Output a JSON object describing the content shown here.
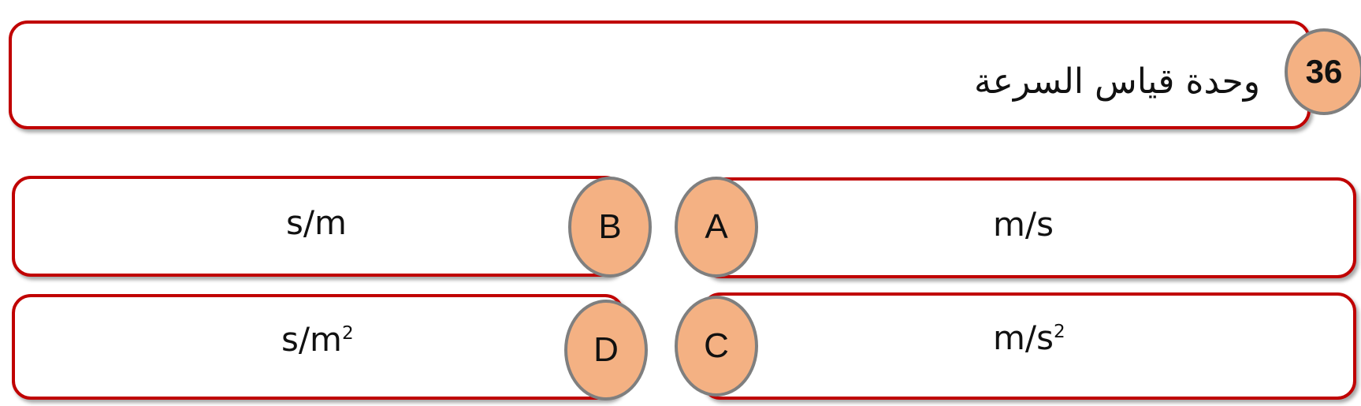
{
  "question": {
    "number": "36",
    "text": "وحدة قياس السرعة"
  },
  "options": {
    "A": {
      "letter": "A",
      "unit_base": "m/s",
      "unit_sup": ""
    },
    "B": {
      "letter": "B",
      "unit_base": "s/m",
      "unit_sup": ""
    },
    "C": {
      "letter": "C",
      "unit_base": "m/s",
      "unit_sup": "2"
    },
    "D": {
      "letter": "D",
      "unit_base": "s/m",
      "unit_sup": "2"
    }
  },
  "colors": {
    "border": "#c00000",
    "badge_fill": "#f4b183",
    "badge_border": "#7f7f7f"
  }
}
